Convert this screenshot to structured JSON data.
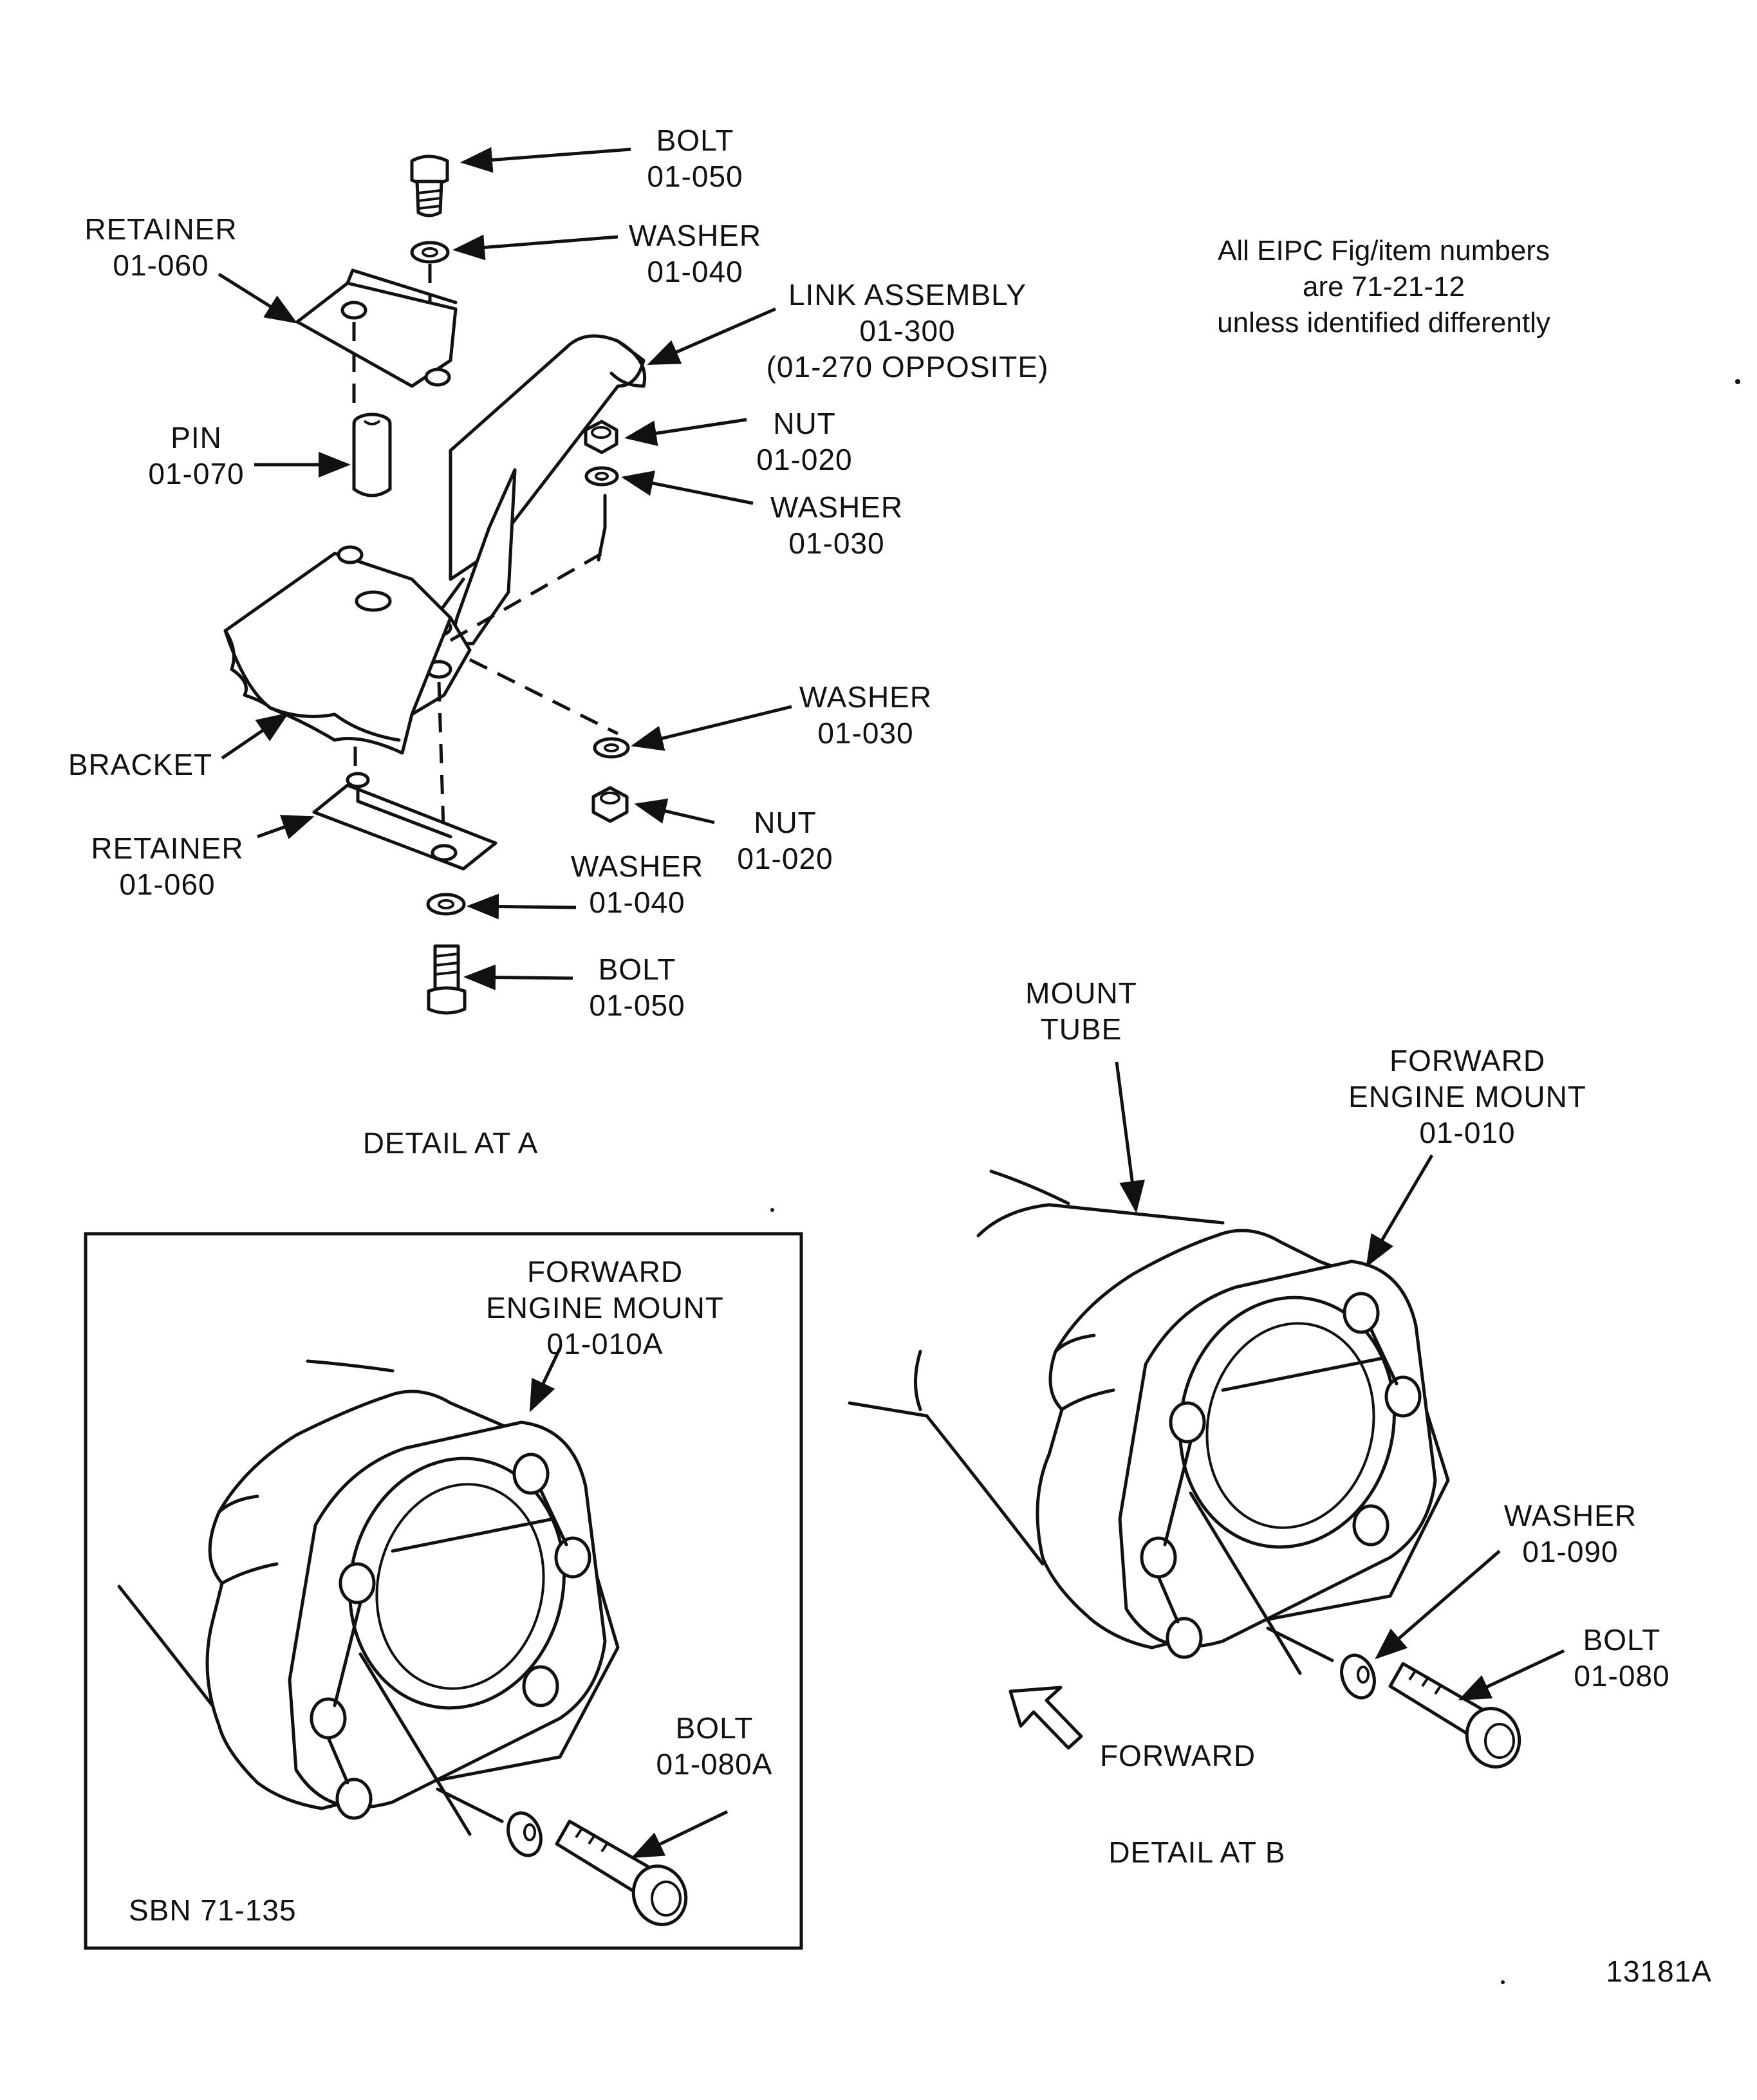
{
  "detail_a": {
    "caption": "DETAIL AT A",
    "bolt_top": {
      "name": "BOLT",
      "num": "01-050"
    },
    "washer_top": {
      "name": "WASHER",
      "num": "01-040"
    },
    "retainer_top": {
      "name": "RETAINER",
      "num": "01-060"
    },
    "link_assembly": {
      "name": "LINK ASSEMBLY",
      "num": "01-300",
      "note": "(01-270 OPPOSITE)"
    },
    "pin": {
      "name": "PIN",
      "num": "01-070"
    },
    "nut_top": {
      "name": "NUT",
      "num": "01-020"
    },
    "washer_nut_top": {
      "name": "WASHER",
      "num": "01-030"
    },
    "washer_nut_bottom": {
      "name": "WASHER",
      "num": "01-030"
    },
    "bracket": {
      "name": "BRACKET"
    },
    "nut_bottom": {
      "name": "NUT",
      "num": "01-020"
    },
    "retainer_bottom": {
      "name": "RETAINER",
      "num": "01-060"
    },
    "washer_bottom": {
      "name": "WASHER",
      "num": "01-040"
    },
    "bolt_bottom": {
      "name": "BOLT",
      "num": "01-050"
    }
  },
  "note": {
    "line1": "All EIPC Fig/item numbers",
    "line2": "are 71-21-12",
    "line3": "unless identified differently"
  },
  "detail_b": {
    "caption": "DETAIL AT B",
    "mount_tube": {
      "line1": "MOUNT",
      "line2": "TUBE"
    },
    "forward_engine_mount": {
      "line1": "FORWARD",
      "line2": "ENGINE MOUNT",
      "num": "01-010"
    },
    "washer": {
      "name": "WASHER",
      "num": "01-090"
    },
    "bolt": {
      "name": "BOLT",
      "num": "01-080"
    },
    "forward_arrow": "FORWARD"
  },
  "sbn_box": {
    "forward_engine_mount": {
      "line1": "FORWARD",
      "line2": "ENGINE MOUNT",
      "num": "01-010A"
    },
    "bolt": {
      "name": "BOLT",
      "num": "01-080A"
    },
    "sbn": "SBN 71-135"
  },
  "figure_id": "13181A"
}
